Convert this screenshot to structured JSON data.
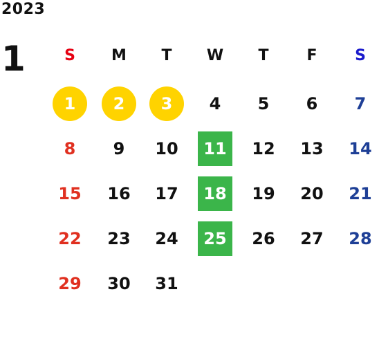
{
  "calendar": {
    "year": "2023",
    "month": "1",
    "weekdays": [
      {
        "label": "S",
        "color": "#e60012"
      },
      {
        "label": "M",
        "color": "#111111"
      },
      {
        "label": "T",
        "color": "#111111"
      },
      {
        "label": "W",
        "color": "#111111"
      },
      {
        "label": "T",
        "color": "#111111"
      },
      {
        "label": "F",
        "color": "#111111"
      },
      {
        "label": "S",
        "color": "#1a1acc"
      }
    ],
    "weeks": [
      [
        {
          "day": "1",
          "style": "holiday"
        },
        {
          "day": "2",
          "style": "holiday"
        },
        {
          "day": "3",
          "style": "holiday"
        },
        {
          "day": "4",
          "style": "normal"
        },
        {
          "day": "5",
          "style": "normal"
        },
        {
          "day": "6",
          "style": "normal"
        },
        {
          "day": "7",
          "style": "normal"
        }
      ],
      [
        {
          "day": "8",
          "style": "normal"
        },
        {
          "day": "9",
          "style": "normal"
        },
        {
          "day": "10",
          "style": "normal"
        },
        {
          "day": "11",
          "style": "closed"
        },
        {
          "day": "12",
          "style": "normal"
        },
        {
          "day": "13",
          "style": "normal"
        },
        {
          "day": "14",
          "style": "normal"
        }
      ],
      [
        {
          "day": "15",
          "style": "normal"
        },
        {
          "day": "16",
          "style": "normal"
        },
        {
          "day": "17",
          "style": "normal"
        },
        {
          "day": "18",
          "style": "closed"
        },
        {
          "day": "19",
          "style": "normal"
        },
        {
          "day": "20",
          "style": "normal"
        },
        {
          "day": "21",
          "style": "normal"
        }
      ],
      [
        {
          "day": "22",
          "style": "normal"
        },
        {
          "day": "23",
          "style": "normal"
        },
        {
          "day": "24",
          "style": "normal"
        },
        {
          "day": "25",
          "style": "closed"
        },
        {
          "day": "26",
          "style": "normal"
        },
        {
          "day": "27",
          "style": "normal"
        },
        {
          "day": "28",
          "style": "normal"
        }
      ],
      [
        {
          "day": "29",
          "style": "normal"
        },
        {
          "day": "30",
          "style": "normal"
        },
        {
          "day": "31",
          "style": "normal"
        }
      ]
    ],
    "colors": {
      "sunday": "#e03020",
      "saturday": "#1e3f96",
      "weekday": "#111111",
      "holiday_marker": "#ffd300",
      "closed_marker": "#3bb54a",
      "marker_text": "#ffffff"
    }
  }
}
